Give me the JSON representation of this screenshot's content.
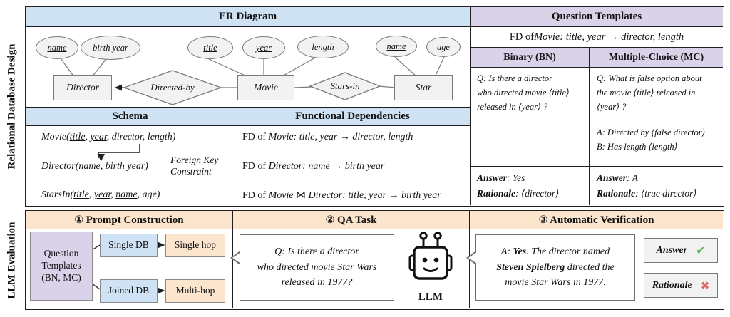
{
  "colors": {
    "panel_blue": "#cfe2f3",
    "panel_purple": "#d9d2e9",
    "panel_peach": "#fce5cd",
    "shape_gray": "#f2f2f2",
    "check_green": "#5cb85c",
    "cross_red": "#e06666"
  },
  "left_labels": {
    "top": "Relational Database Design",
    "bottom": "LLM Evaluation"
  },
  "er": {
    "title": "ER Diagram",
    "attributes": [
      {
        "label": "name",
        "key": true
      },
      {
        "label": "birth year",
        "key": false
      },
      {
        "label": "title",
        "key": true
      },
      {
        "label": "year",
        "key": true
      },
      {
        "label": "length",
        "key": false
      },
      {
        "label": "name",
        "key": true
      },
      {
        "label": "age",
        "key": false
      }
    ],
    "entities": [
      {
        "label": "Director"
      },
      {
        "label": "Movie"
      },
      {
        "label": "Star"
      }
    ],
    "relationships": [
      {
        "label": "Directed-by"
      },
      {
        "label": "Stars-in"
      }
    ]
  },
  "schema": {
    "title": "Schema",
    "rows": [
      [
        {
          "t": "Movie("
        },
        {
          "t": "title",
          "u": 1
        },
        {
          "t": ", "
        },
        {
          "t": "year",
          "u": 1
        },
        {
          "t": ", director, length)"
        }
      ],
      [
        {
          "t": "Director("
        },
        {
          "t": "name",
          "u": 1
        },
        {
          "t": ", birth year)"
        }
      ],
      [
        {
          "t": "StarsIn("
        },
        {
          "t": "title",
          "u": 1
        },
        {
          "t": ", "
        },
        {
          "t": "year",
          "u": 1
        },
        {
          "t": ", "
        },
        {
          "t": "name",
          "u": 1
        },
        {
          "t": ", age)"
        }
      ]
    ],
    "fk_note_line1": "Foreign Key",
    "fk_note_line2": "Constraint"
  },
  "fd": {
    "title": "Functional Dependencies",
    "rows": [
      [
        {
          "t": "FD of "
        },
        {
          "t": "Movie: title, year → director, length",
          "i": 1
        }
      ],
      [
        {
          "t": "FD of "
        },
        {
          "t": "Director: name → birth year",
          "i": 1
        }
      ],
      [
        {
          "t": "FD of "
        },
        {
          "t": "Movie",
          "i": 1
        },
        {
          "t": " ⋈ "
        },
        {
          "t": "Director: title, year → birth year",
          "i": 1
        }
      ]
    ]
  },
  "question_templates": {
    "title": "Question Templates",
    "fd_line": [
      {
        "t": "FD of "
      },
      {
        "t": "Movie: title, year → director, length",
        "i": 1
      }
    ],
    "bn": {
      "header": "Binary (BN)",
      "question_lines": [
        "Q: Is there a director",
        "who directed movie ⟨title⟩",
        "released in ⟨year⟩ ?"
      ],
      "answer_label": "Answer",
      "answer_value": ": Yes",
      "rationale_label": "Rationale",
      "rationale_value": ": ⟨director⟩"
    },
    "mc": {
      "header": "Multiple-Choice (MC)",
      "question_lines": [
        "Q: What is false option about",
        "the movie ⟨title⟩ released in",
        "⟨year⟩ ?"
      ],
      "option_a": "A: Directed by ⟨false director⟩",
      "option_b": "B: Has length ⟨length⟩",
      "answer_label": "Answer",
      "answer_value": ": A",
      "rationale_label": "Rationale",
      "rationale_value": ": ⟨true director⟩"
    }
  },
  "pipeline": {
    "prompt_construction": {
      "title": "① Prompt Construction",
      "template_box": "Question Templates (BN, MC)",
      "single_db": "Single DB",
      "joined_db": "Joined DB",
      "single_hop": "Single hop",
      "multi_hop": "Multi-hop"
    },
    "qa_task": {
      "title": "② QA Task",
      "question_lines": [
        "Q: Is there a director",
        "who directed movie Star Wars",
        "released in 1977?"
      ],
      "llm_label": "LLM"
    },
    "verification": {
      "title": "③ Automatic Verification",
      "answer_lines": [
        [
          {
            "t": "A: "
          },
          {
            "t": "Yes",
            "b": 1
          },
          {
            "t": ". The director named"
          }
        ],
        [
          {
            "t": "Steven Spielberg",
            "b": 1
          },
          {
            "t": " directed the"
          }
        ],
        [
          {
            "t": "movie Star Wars in 1977."
          }
        ]
      ],
      "answer_badge": "Answer",
      "rationale_badge": "Rationale",
      "answer_result_icon": "check",
      "rationale_result_icon": "cross"
    }
  }
}
